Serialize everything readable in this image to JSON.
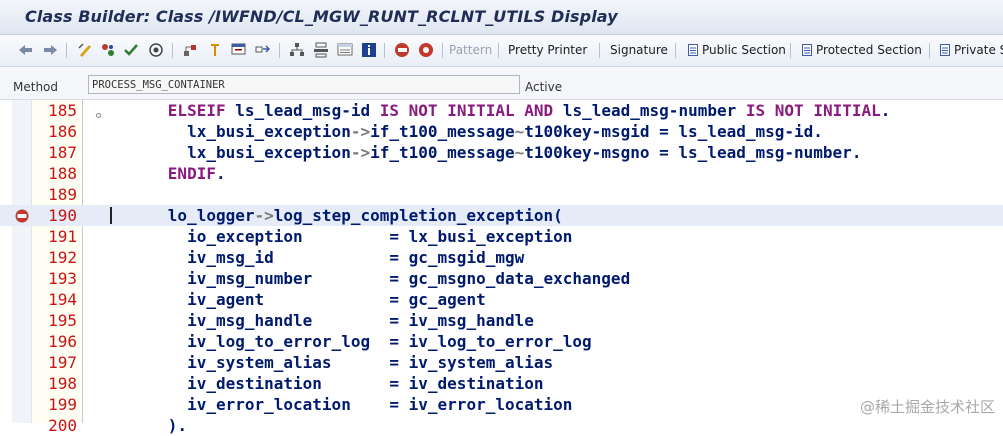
{
  "window": {
    "title": "Class Builder: Class /IWFND/CL_MGW_RUNT_RCLNT_UTILS Display"
  },
  "toolbar": {
    "icons": [
      "back-arrow-icon",
      "forward-arrow-icon",
      "toggle-display-change-icon",
      "other-object-icon",
      "activate-icon",
      "where-used-icon",
      "object-list-icon",
      "navigation-window-icon",
      "display-object-list-icon",
      "inheritance-icon",
      "enhance-icon",
      "info-icon",
      "set-breakpoint-icon",
      "set-watchpoint-icon"
    ],
    "pattern_label": "Pattern",
    "pretty_printer_label": "Pretty Printer",
    "signature_label": "Signature",
    "public_section_label": "Public Section",
    "protected_section_label": "Protected Section",
    "private_section_label": "Private S"
  },
  "header": {
    "method_label": "Method",
    "method_value": "PROCESS_MSG_CONTAINER",
    "status": "Active"
  },
  "editor": {
    "breakpoint_line": "190",
    "current_line": "190",
    "lines": [
      {
        "num": "185",
        "code": "      ELSEIF ls_lead_msg-id IS NOT INITIAL AND ls_lead_msg-number IS NOT INITIAL."
      },
      {
        "num": "186",
        "code": "        lx_busi_exception->if_t100_message~t100key-msgid = ls_lead_msg-id."
      },
      {
        "num": "187",
        "code": "        lx_busi_exception->if_t100_message~t100key-msgno = ls_lead_msg-number."
      },
      {
        "num": "188",
        "code": "      ENDIF."
      },
      {
        "num": "189",
        "code": ""
      },
      {
        "num": "190",
        "code": "      lo_logger->log_step_completion_exception("
      },
      {
        "num": "191",
        "code": "        io_exception         = lx_busi_exception"
      },
      {
        "num": "192",
        "code": "        iv_msg_id            = gc_msgid_mgw"
      },
      {
        "num": "193",
        "code": "        iv_msg_number        = gc_msgno_data_exchanged"
      },
      {
        "num": "194",
        "code": "        iv_agent             = gc_agent"
      },
      {
        "num": "195",
        "code": "        iv_msg_handle        = iv_msg_handle"
      },
      {
        "num": "196",
        "code": "        iv_log_to_error_log  = iv_log_to_error_log"
      },
      {
        "num": "197",
        "code": "        iv_system_alias      = iv_system_alias"
      },
      {
        "num": "198",
        "code": "        iv_destination       = iv_destination"
      },
      {
        "num": "199",
        "code": "        iv_error_location    = iv_error_location"
      },
      {
        "num": "200",
        "code": "      )."
      }
    ]
  },
  "watermark": "@稀土掘金技术社区",
  "colors": {
    "line_number": "#c81414",
    "keyword": "#8a1a7e",
    "identifier": "#001a6e",
    "current_line_bg": "#e5ecf7"
  }
}
